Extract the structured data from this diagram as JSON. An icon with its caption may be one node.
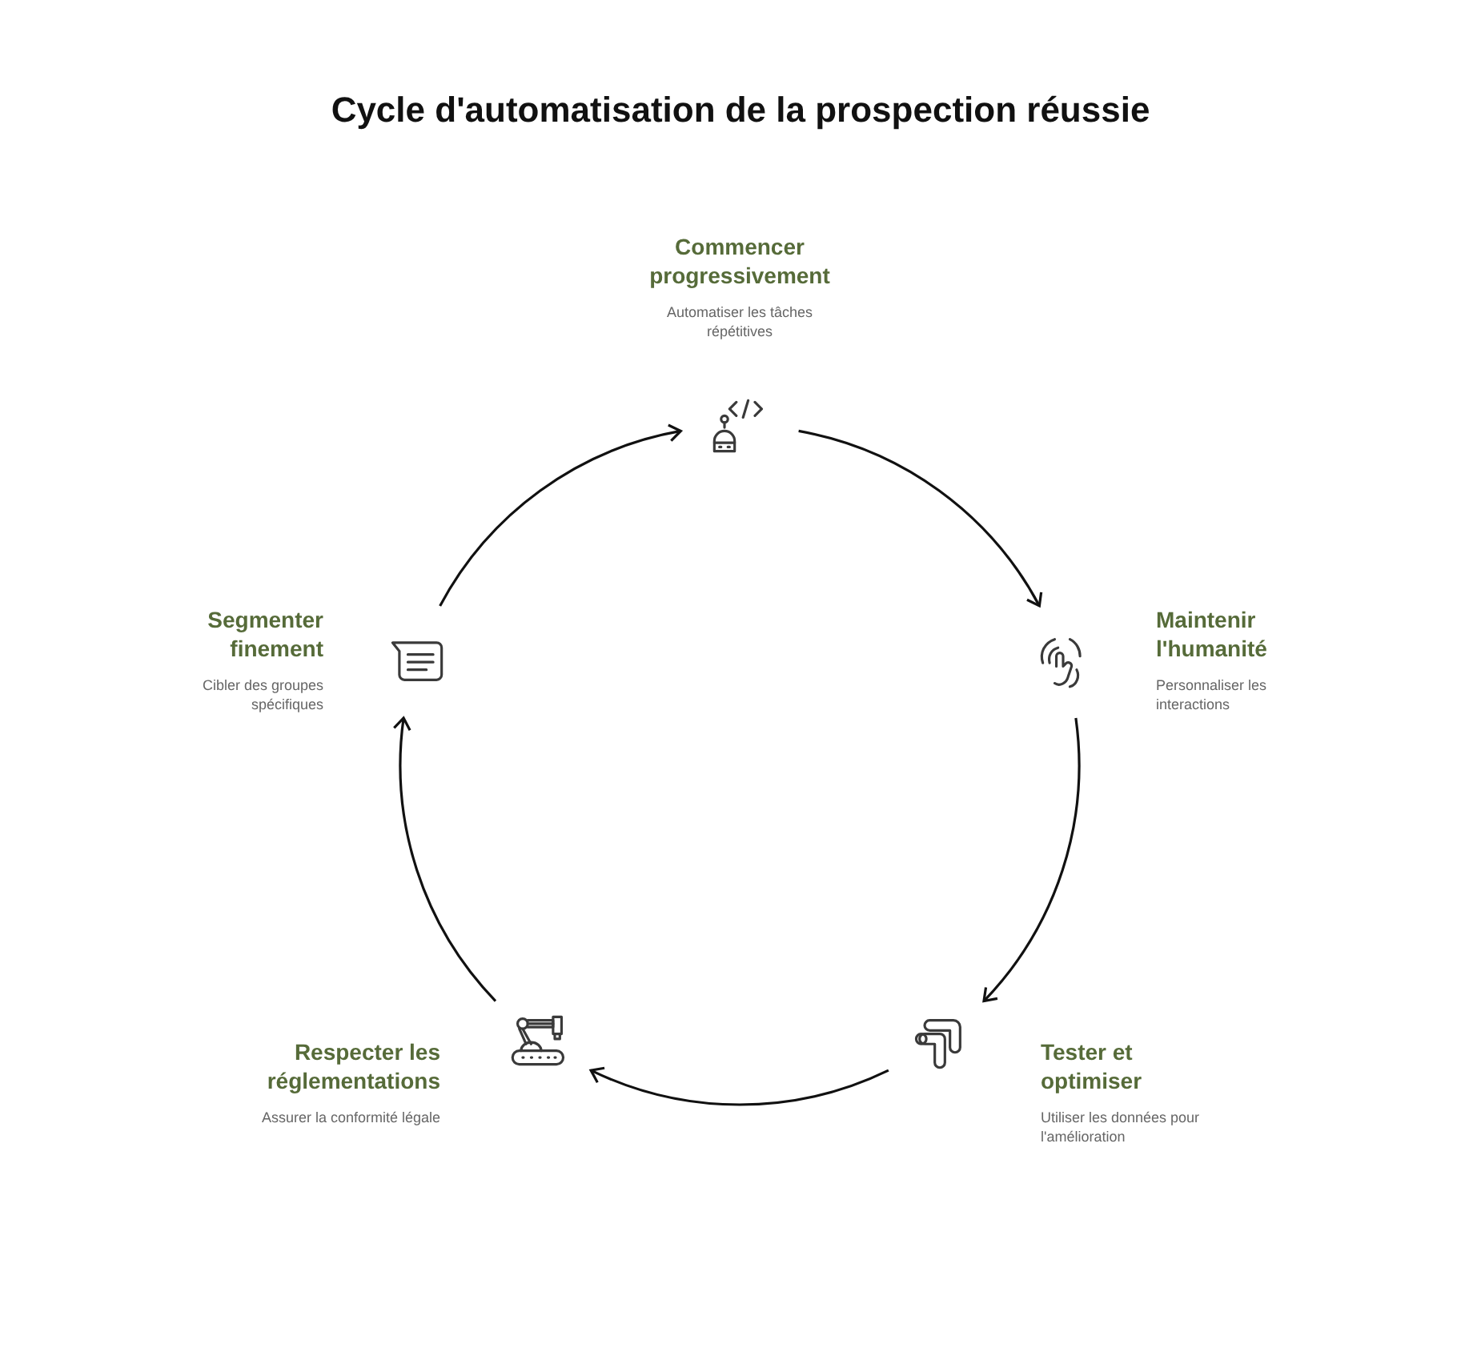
{
  "diagram": {
    "title": "Cycle d'automatisation de la prospection réussie",
    "nodes": [
      {
        "text": [],
        "shape": "picture",
        "beside": [
          "Commencer progressivement",
          "Automatiser les tâches répétitives"
        ]
      },
      {
        "text": [],
        "shape": "picture",
        "beside": [
          "Maintenir l'humanité",
          "Personnaliser les interactions"
        ]
      },
      {
        "text": [],
        "shape": "picture",
        "beside": [
          "Tester et optimiser",
          "Utiliser les données pour l'amélioration"
        ]
      },
      {
        "text": [],
        "shape": "picture",
        "beside": [
          "Respecter les réglementations",
          "Assurer la conformité légale"
        ]
      },
      {
        "text": [],
        "shape": "picture",
        "beside": [
          "Segmenter finement",
          "Cibler des groupes spécifiques"
        ]
      }
    ],
    "edges": [
      {
        "from": 0,
        "to": 1,
        "arrow": "to"
      },
      {
        "from": 1,
        "to": 2,
        "arrow": "to"
      },
      {
        "from": 2,
        "to": 3,
        "arrow": "to"
      },
      {
        "from": 3,
        "to": 4,
        "arrow": "to"
      },
      {
        "from": 4,
        "to": 0,
        "arrow": "to"
      }
    ]
  }
}
